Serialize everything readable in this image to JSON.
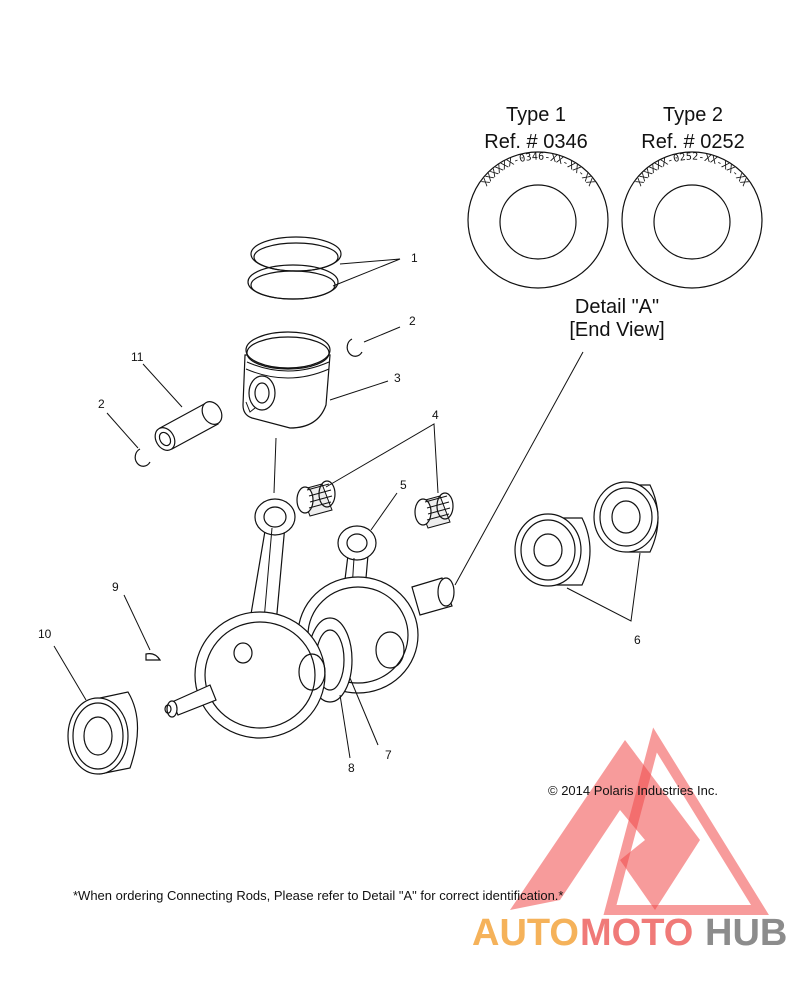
{
  "detail": {
    "type1": {
      "title": "Type 1",
      "ref": "Ref. # 0346",
      "stamp": "XXXXXX-0346-XX-XX-XX"
    },
    "type2": {
      "title": "Type 2",
      "ref": "Ref. # 0252",
      "stamp": "XXXXXX-0252-XX-XX-XX"
    },
    "label_line1": "Detail \"A\"",
    "label_line2": "[End View]"
  },
  "callouts": {
    "c1": "1",
    "c2a": "2",
    "c2b": "2",
    "c3": "3",
    "c4": "4",
    "c5": "5",
    "c6": "6",
    "c7": "7",
    "c8": "8",
    "c9": "9",
    "c10": "10",
    "c11": "11"
  },
  "copyright": "© 2014 Polaris Industries Inc.",
  "footnote": "*When ordering Connecting Rods, Please refer to Detail \"A\" for correct identification.*",
  "watermark": {
    "part1": "AUTO",
    "part2": "MOTO",
    "part3": "HUB",
    "colors": {
      "auto": "#f5b25a",
      "moto": "#f07a78",
      "hub": "#8c8c8c",
      "triangle": "#f04848"
    }
  }
}
